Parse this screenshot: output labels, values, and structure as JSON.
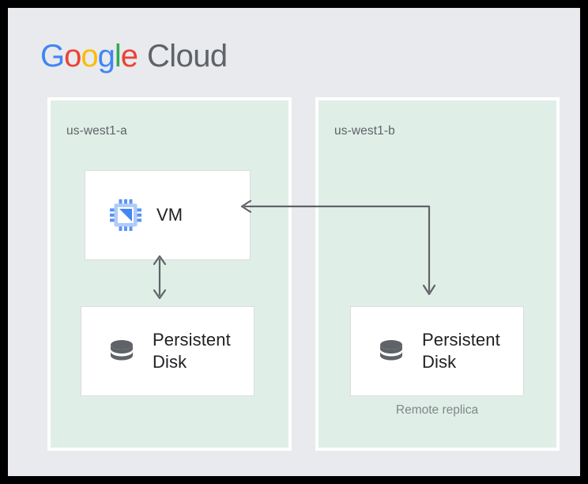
{
  "page": {
    "title": "Google Cloud",
    "background_color": "#e8eaed",
    "frame_color": "#000000"
  },
  "logo": {
    "name": "google-cloud-logo",
    "google": {
      "letters": [
        "G",
        "o",
        "o",
        "g",
        "l",
        "e"
      ],
      "colors": [
        "#4285f4",
        "#ea4335",
        "#fbbc05",
        "#4285f4",
        "#34a853",
        "#ea4335"
      ]
    },
    "cloud_text": "Cloud",
    "cloud_color": "#5f6368"
  },
  "zones": [
    {
      "id": "zone-a",
      "label": "us-west1-a",
      "fill": "#dfefe7",
      "border": "#ffffff"
    },
    {
      "id": "zone-b",
      "label": "us-west1-b",
      "fill": "#dfefe7",
      "border": "#ffffff"
    }
  ],
  "cards": {
    "vm": {
      "label": "VM",
      "icon": "cpu-chip-icon",
      "icon_colors": {
        "pin": "#5b93f5",
        "frame": "#aecbfa",
        "inner": "#ffffff",
        "triangle": "#4285f4"
      }
    },
    "persistent_disk_a": {
      "label": "Persistent Disk",
      "icon": "database-disk-icon",
      "icon_color": "#5f6368"
    },
    "persistent_disk_b": {
      "label": "Persistent Disk",
      "icon": "database-disk-icon",
      "icon_color": "#5f6368",
      "caption": "Remote replica",
      "caption_color": "#80868b"
    }
  },
  "connectors": [
    {
      "id": "vm-to-disk-bidirectional",
      "style": "double-headed-vertical-arrow",
      "color": "#5f6368",
      "from": "vm",
      "to": "persistent_disk_a"
    },
    {
      "id": "replication-elbow",
      "style": "elbow-arrow-two-heads",
      "color": "#5f6368",
      "from": "vm",
      "to": "persistent_disk_b"
    }
  ]
}
